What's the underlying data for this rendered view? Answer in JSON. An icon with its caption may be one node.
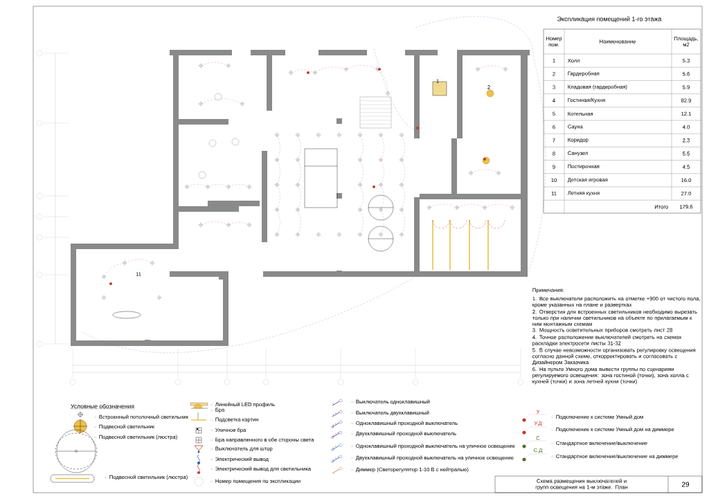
{
  "diagram": {
    "labels": [
      "Экспликация помещений 1-го этажа",
      "Номер пом.",
      "Наименование",
      "Площадь, м2",
      "1",
      "Холл",
      "5.3",
      "2",
      "Гардеробная",
      "5.6",
      "3",
      "Кладовая (гардеробная)",
      "5.9",
      "4",
      "Гостиная/Кухня",
      "82.9",
      "5",
      "Котельная",
      "12.1",
      "6",
      "Сауна",
      "4.0",
      "7",
      "Коридор",
      "2.3",
      "8",
      "Санузел",
      "5.5",
      "9",
      "Постирочная",
      "4.5",
      "10",
      "Детская игровая",
      "16.0",
      "11",
      "Летняя кухня",
      "27.0",
      "Итого",
      "179.6",
      "Примечания:",
      "1. Все выключатели расположить на отметке +900 от чистого пола, кроме указанных на плане и развертках",
      "2. Отверстия для встроенных светильников необходимо вырезать только при наличии светильников на объекте по прилагаемым к ним монтажным схемам",
      "3. Мощность осветительных приборов смотреть лист 28",
      "4. Точное расположение выключателей смотреть на схемах раскладки электросети листы 31-32",
      "5. В случае невозможности организовать регулировку освещения согласно данной схеме, откорректировать и согласовать с Дизайнером Заказчика",
      "6. На пульте Умного дома вывести группы по сценариям регулируемого освещения: зона гостиной (точки), зона холла с кухней (точки) и зона летней кухни (точки)",
      "Условные обозначения",
      "У",
      "У.Д",
      "С",
      "С.Д",
      "Схема размещения выключателей и групп освещения на 1-м этаже. План",
      "29",
      "1",
      "2",
      "11"
    ],
    "legend": [
      {
        "text": "Встроенный потолочный светильник"
      },
      {
        "text": "Подвесной светильник"
      },
      {
        "text": "Подвесной светильник (люстра)"
      },
      {
        "text": "Подвесной светильник (люстра)"
      },
      {
        "text": "Линейный LED профиль"
      },
      {
        "text": "Бра"
      },
      {
        "text": "Подсветка картин"
      },
      {
        "text": "Уличное бра"
      },
      {
        "text": "Бра направленного в обе стороны света"
      },
      {
        "text": "Выключатель для штор"
      },
      {
        "text": "Электрический вывод"
      },
      {
        "text": "Электрический вывод для светильника"
      },
      {
        "text": "Номер помещения по экспликации"
      },
      {
        "text": "Выключатель одноклавишный"
      },
      {
        "text": "Выключатель двухклавишный"
      },
      {
        "text": "Одноклавишный проходной выключатель"
      },
      {
        "text": "Двухклавишный проходной выключатель"
      },
      {
        "text": "Одноклавишный проходной выключатель на уличное освещение"
      },
      {
        "text": "Двухклавишный проходной выключатель на уличное освещение"
      },
      {
        "text": "Диммер (Светорегулятор 1-10 В с нейтралью)"
      },
      {
        "text": "Подключение к системе Умный дом"
      },
      {
        "text": "Подключение к системе Умный дом на диммере"
      },
      {
        "text": "Стандартное включение/выключение"
      },
      {
        "text": "Стандартное включение/выключение на диммере"
      }
    ]
  }
}
